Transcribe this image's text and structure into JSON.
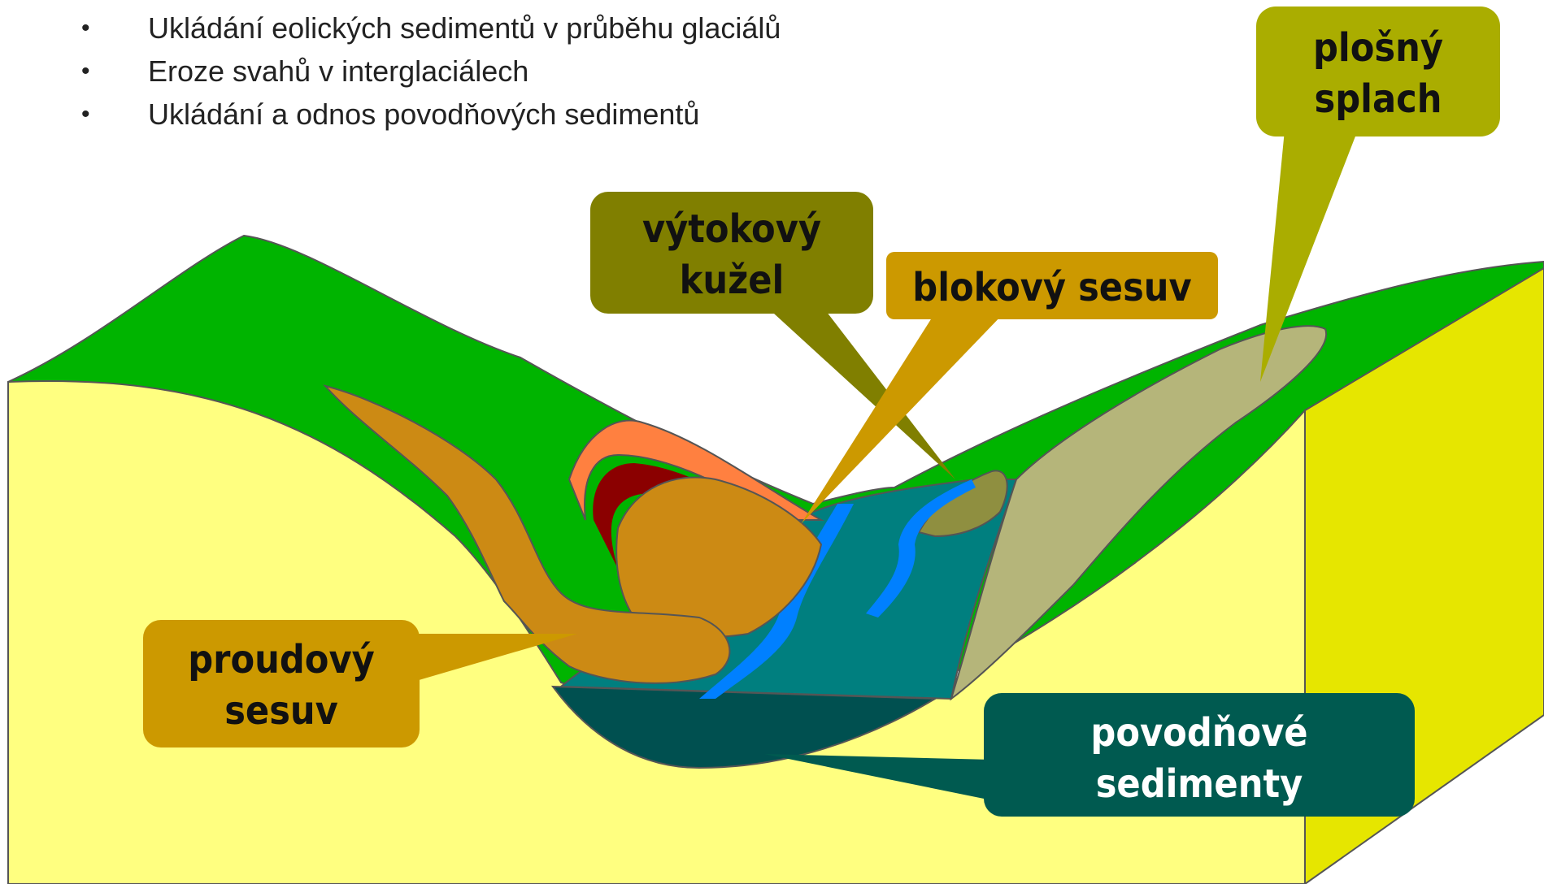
{
  "bullets": [
    "Ukládání eolických sedimentů v průběhu glaciálů",
    "Eroze svahů v interglaciálech",
    "Ukládání a odnos povodňových sedimentů"
  ],
  "callouts": {
    "plosny_splach": {
      "line1": "plošný",
      "line2": "splach",
      "color": "#aaad00"
    },
    "vytokovy_kuzel": {
      "line1": "výtokový",
      "line2": "kužel",
      "color": "#807f00"
    },
    "blokovy_sesuv": {
      "line1": "blokový sesuv",
      "color": "#cc9900"
    },
    "proudovy_sesuv": {
      "line1": "proudový",
      "line2": "sesuv",
      "color": "#cc9900"
    },
    "povodnove_sedimenty": {
      "line1": "povodňové",
      "line2": "sedimenty",
      "color": "#005a50"
    }
  },
  "colors": {
    "bedrock_front": "#ffff80",
    "bedrock_side": "#e6e600",
    "grass": "#00b400",
    "floodplain_teal": "#007f7f",
    "floodplain_dark": "#005050",
    "river": "#0080ff",
    "slopewash": "#b5b57a",
    "landslide": "#cc8a14",
    "scarp_orange": "#ff8040",
    "scarp_dark": "#8b0000"
  }
}
